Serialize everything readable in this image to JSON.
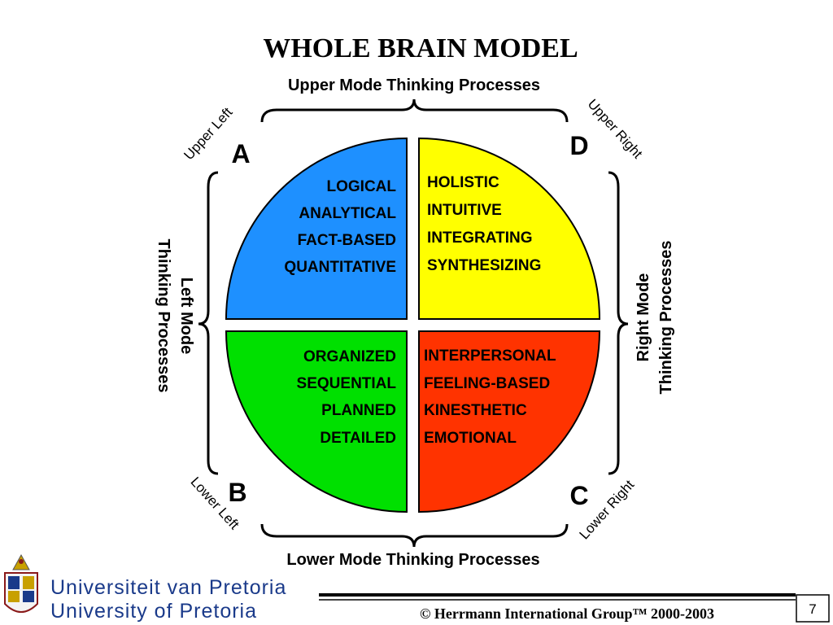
{
  "slide": {
    "title": "WHOLE BRAIN MODEL",
    "upper_mode": "Upper Mode Thinking Processes",
    "lower_mode": "Lower Mode Thinking Processes",
    "left_mode": [
      "Left Mode",
      "Thinking Processes"
    ],
    "right_mode": [
      "Right Mode",
      "Thinking Processes"
    ],
    "corners": {
      "upper_left": "Upper Left",
      "upper_right": "Upper Right",
      "lower_left": "Lower Left",
      "lower_right": "Lower Right"
    },
    "quadrants": {
      "A": {
        "letter": "A",
        "color": "#1e90ff",
        "items": [
          "LOGICAL",
          "ANALYTICAL",
          "FACT-BASED",
          "QUANTITATIVE"
        ]
      },
      "B": {
        "letter": "B",
        "color": "#00e000",
        "items": [
          "ORGANIZED",
          "SEQUENTIAL",
          "PLANNED",
          "DETAILED"
        ]
      },
      "C": {
        "letter": "C",
        "color": "#ff3300",
        "items": [
          "INTERPERSONAL",
          "FEELING-BASED",
          "KINESTHETIC",
          "EMOTIONAL"
        ]
      },
      "D": {
        "letter": "D",
        "color": "#ffff00",
        "items": [
          "HOLISTIC",
          "INTUITIVE",
          "INTEGRATING",
          "SYNTHESIZING"
        ]
      }
    }
  },
  "footer": {
    "university_line1": "Universiteit van Pretoria",
    "university_line2": "University of Pretoria",
    "copyright": "© Herrmann International Group™ 2000-2003",
    "page_number": "7",
    "logo_icon": "university-crest-icon",
    "accent_color": "#1a3a8a"
  }
}
